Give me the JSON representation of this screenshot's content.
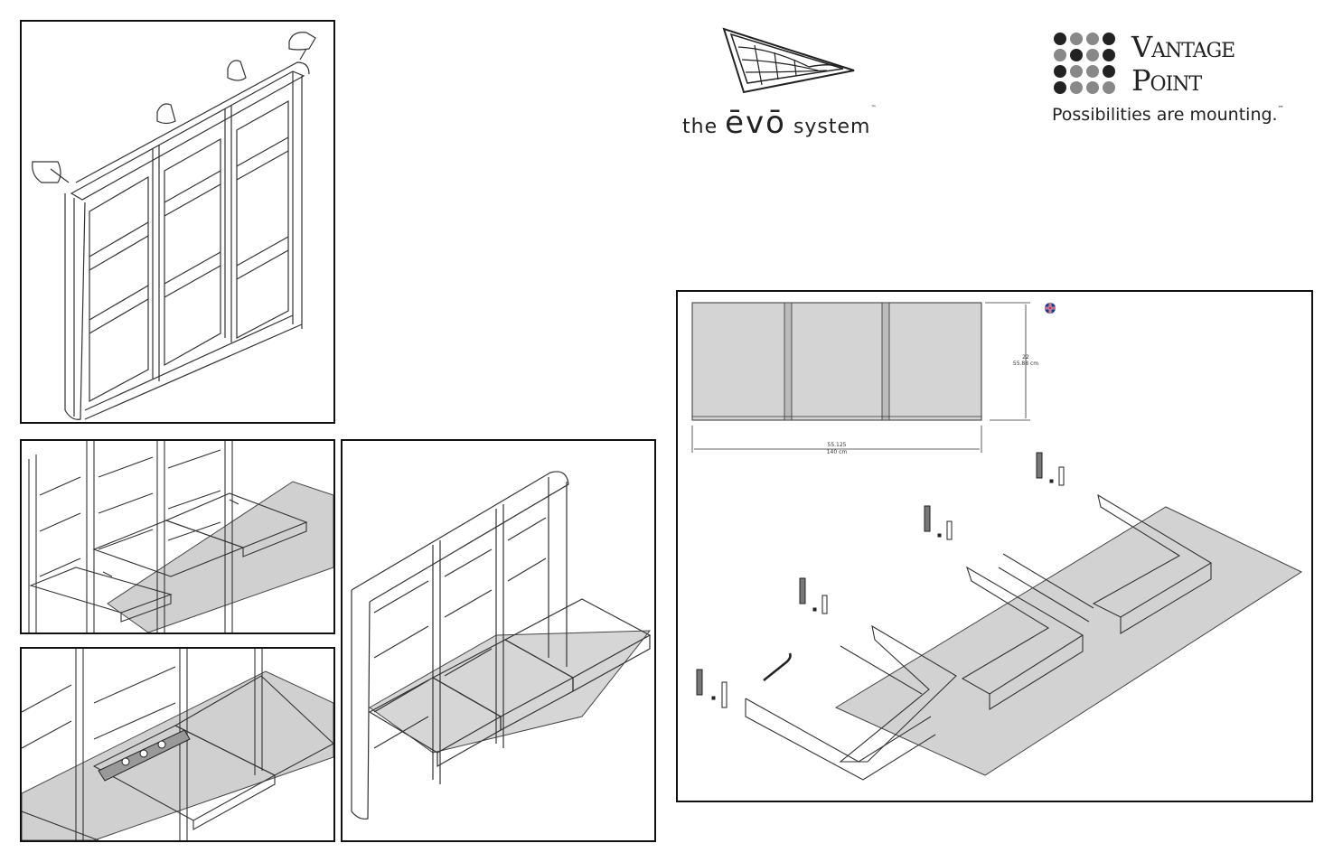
{
  "evo_logo": {
    "prefix": "the",
    "mark": "ēvō",
    "suffix": "system",
    "tm": "™"
  },
  "brand": {
    "line1": "Vantage",
    "line2": "Point",
    "tagline": "Possibilities are mounting.",
    "tm": "™"
  },
  "dimensions": {
    "height_in": "22",
    "height_cm": "55.88 cm",
    "width_in": "55.125",
    "width_cm": "140 cm"
  },
  "icons": {
    "language_flag": "uk-flag-icon"
  }
}
